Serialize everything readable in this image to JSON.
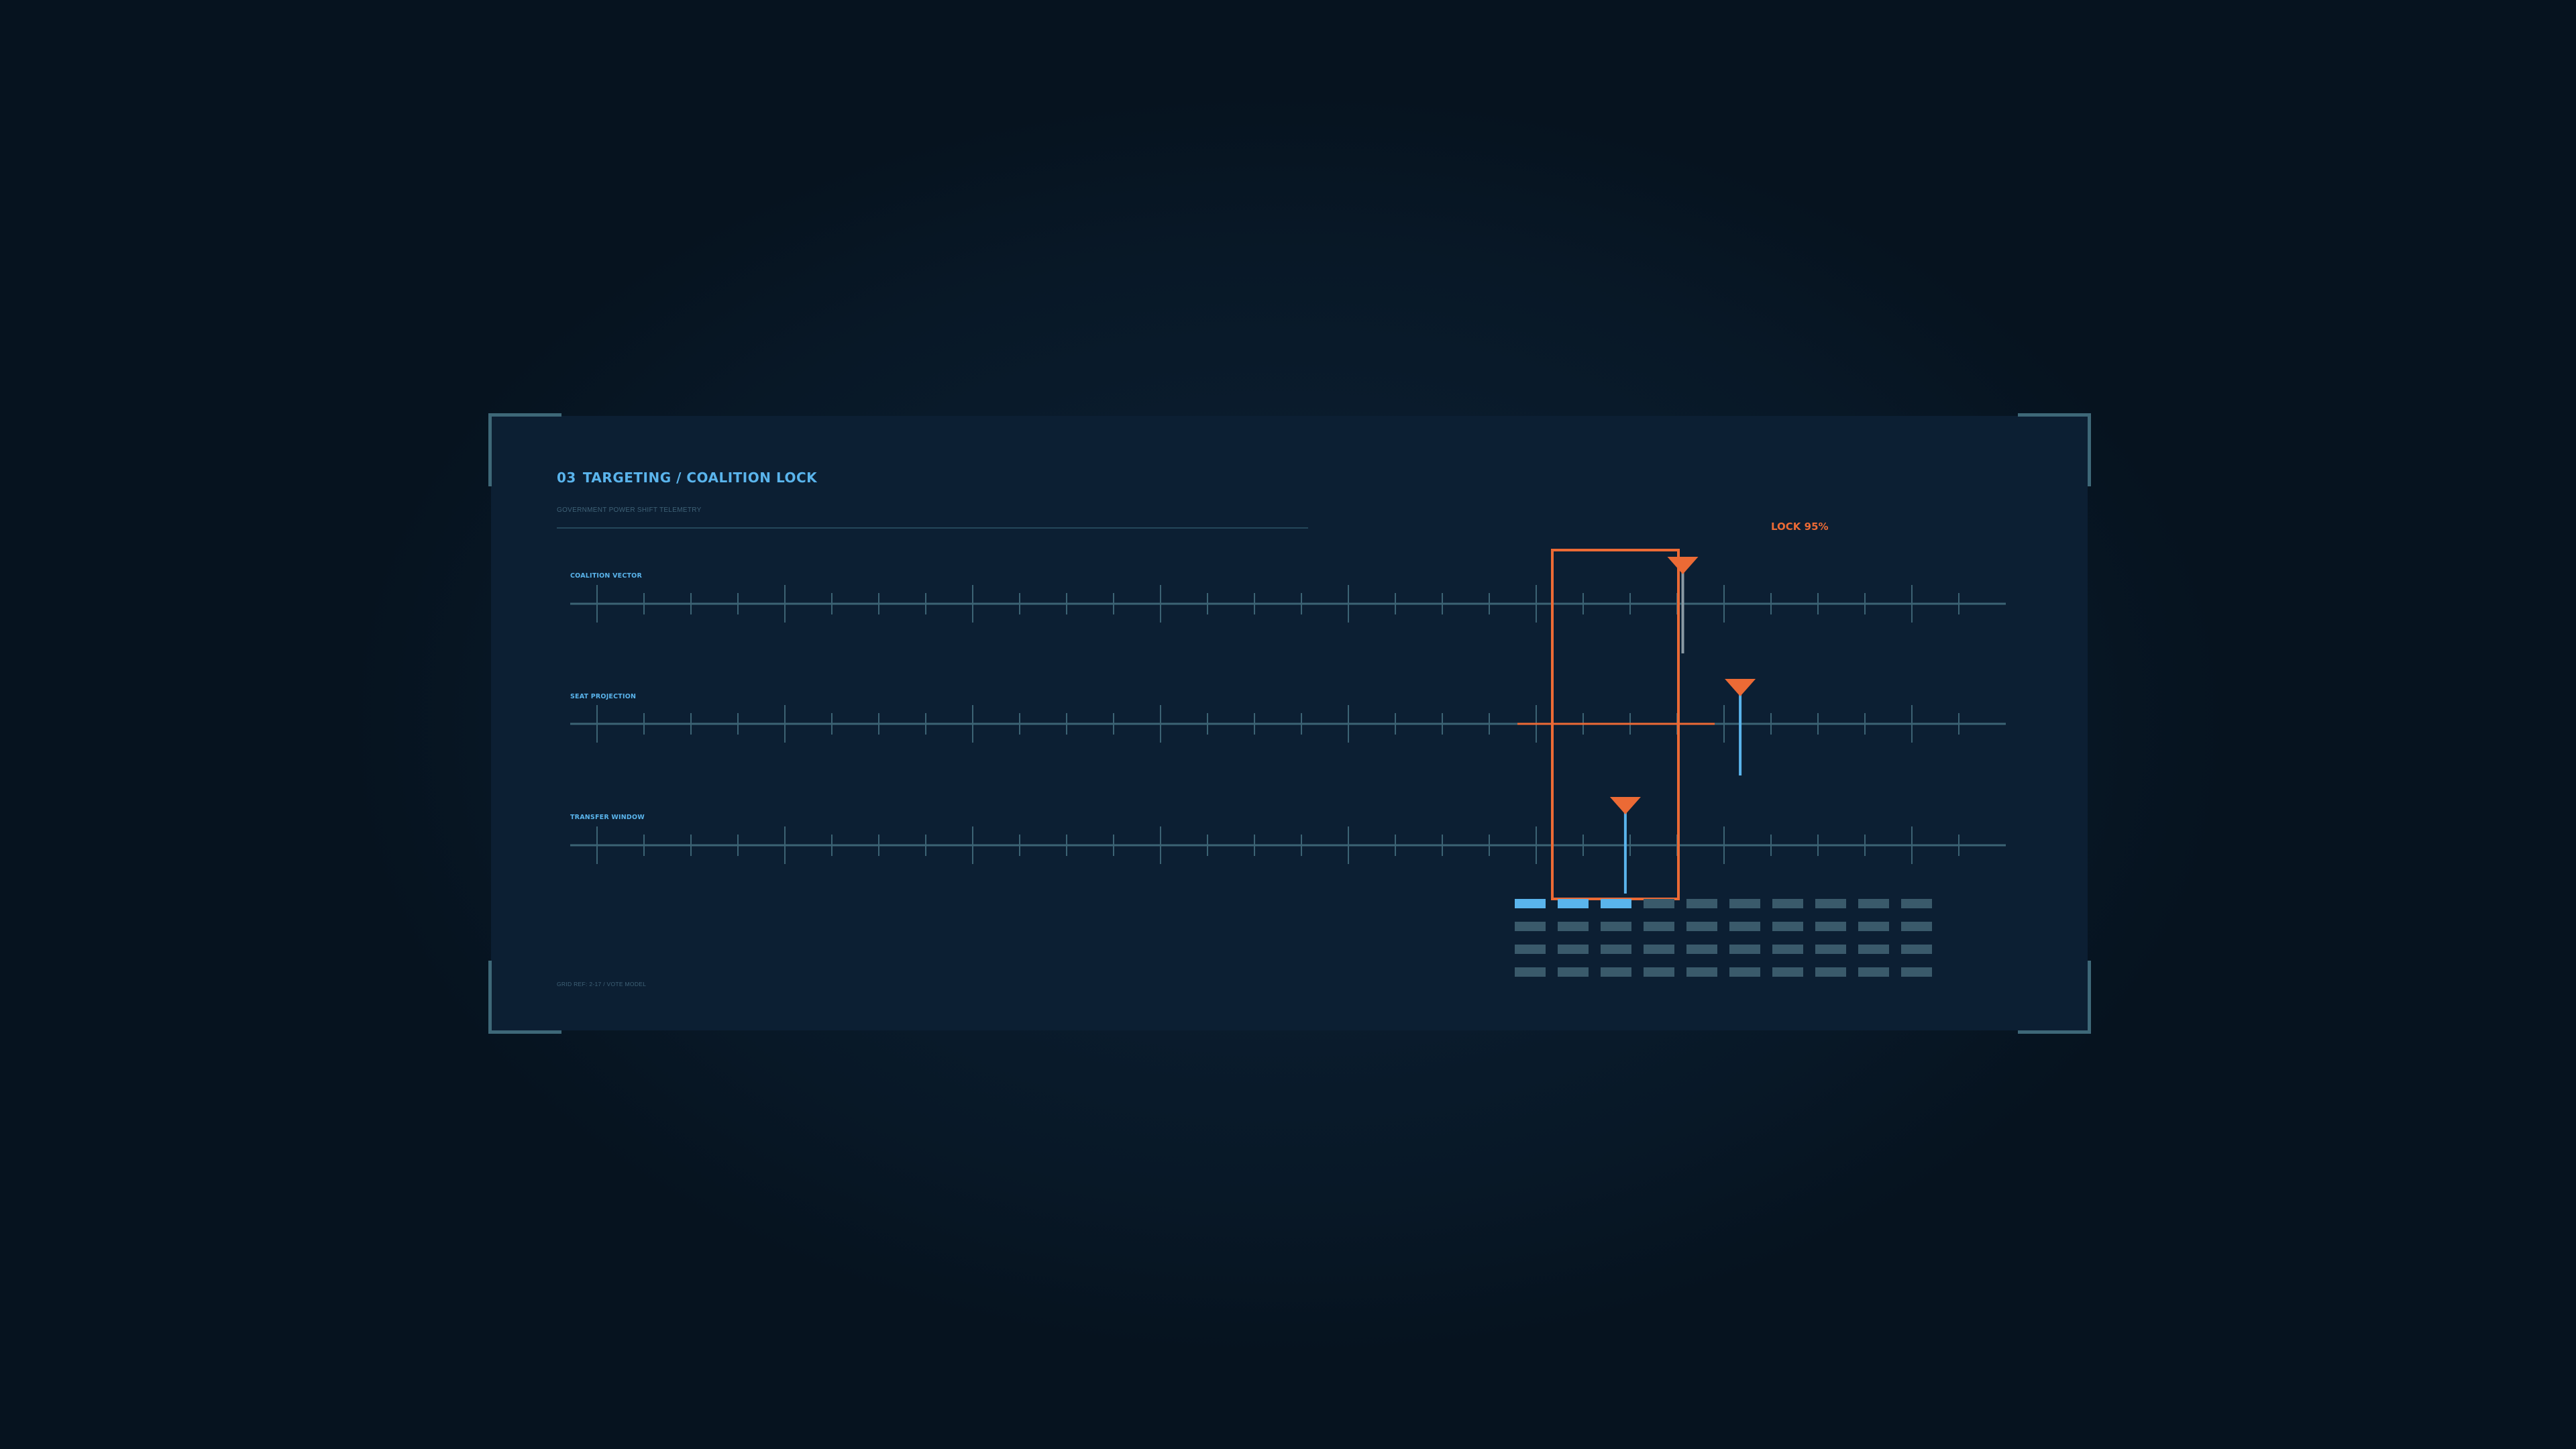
{
  "header": {
    "section_number": "03",
    "title": "TARGETING / COALITION LOCK",
    "subtitle": "GOVERNMENT POWER SHIFT TELEMETRY"
  },
  "lock": {
    "label": "LOCK 95%",
    "level": 0.95
  },
  "tracks": [
    {
      "label": "COALITION VECTOR",
      "marker": 0.775,
      "marker_stem": "gray",
      "crosshair": false
    },
    {
      "label": "SEAT PROJECTION",
      "marker": 0.815,
      "marker_stem": "blue",
      "crosshair": true
    },
    {
      "label": "TRANSFER WINDOW",
      "marker": 0.735,
      "marker_stem": "blue",
      "crosshair": false
    }
  ],
  "signal_grid": {
    "columns": 10,
    "rows": 4,
    "active_cells_first_row": 3
  },
  "footer": {
    "reference": "GRID REF: 2-17 / VOTE MODEL"
  },
  "colors": {
    "background": "#07131f",
    "panel": "#0c1f33",
    "accent": "#5ab4ec",
    "alert": "#ec6a35",
    "track": "#3c6374",
    "cell_idle": "#3a5a6b"
  }
}
